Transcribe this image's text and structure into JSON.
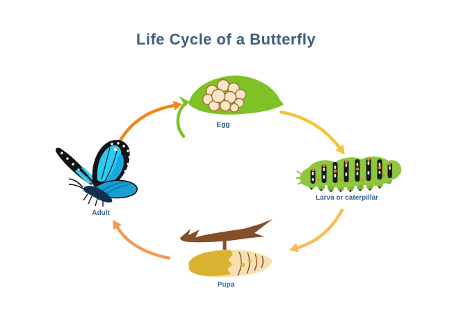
{
  "title": "Life Cycle of a Butterfly",
  "diagram": {
    "type": "cycle",
    "direction": "clockwise",
    "sequence": [
      "Egg",
      "Larva or caterpillar",
      "Pupa",
      "Adult"
    ]
  },
  "stages": [
    {
      "id": "egg",
      "label": "Egg"
    },
    {
      "id": "larva",
      "label": "Larva or caterpillar"
    },
    {
      "id": "pupa",
      "label": "Pupa"
    },
    {
      "id": "adult",
      "label": "Adult"
    }
  ],
  "colors": {
    "background": "#ffffff",
    "title_text": "#3E5C7E",
    "label_text": "#336090",
    "arrow_adult_to_egg": "#F0861C",
    "arrow_egg_to_larva": "#F6C33C",
    "arrow_larva_to_pupa": "#F9BE52",
    "arrow_pupa_to_adult": "#F09B58",
    "leaf_green": "#7FC226",
    "egg_fill": "#F9E6C4",
    "egg_outline": "#A06C3A",
    "caterpillar_green": "#8DC63F",
    "caterpillar_stripe": "#1B1B1B",
    "caterpillar_dot_orange": "#F08019",
    "branch_brown": "#84502A",
    "chrysalis_cream": "#F7DFB2",
    "chrysalis_yellow": "#D9B232",
    "butterfly_cyan": "#2BCBF2",
    "butterfly_blue": "#1AA7DC",
    "butterfly_teal": "#189FD3",
    "butterfly_black": "#141414",
    "butterfly_body": "#15304E"
  }
}
